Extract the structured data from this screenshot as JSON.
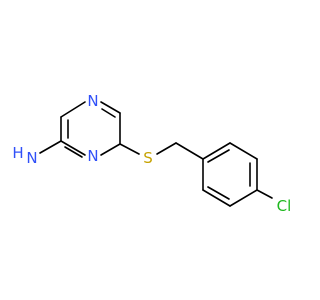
{
  "colors": {
    "background": "#ffffff",
    "bond": "#000000",
    "nitrogen": "#3050F8",
    "sulfur": "#C6A200",
    "chlorine": "#1FB81F",
    "carbon": "#000000"
  },
  "atoms": {
    "n1": "N",
    "n3": "N",
    "s": "S",
    "cl": "Cl",
    "amine_h": "H",
    "amine_n": "N"
  }
}
